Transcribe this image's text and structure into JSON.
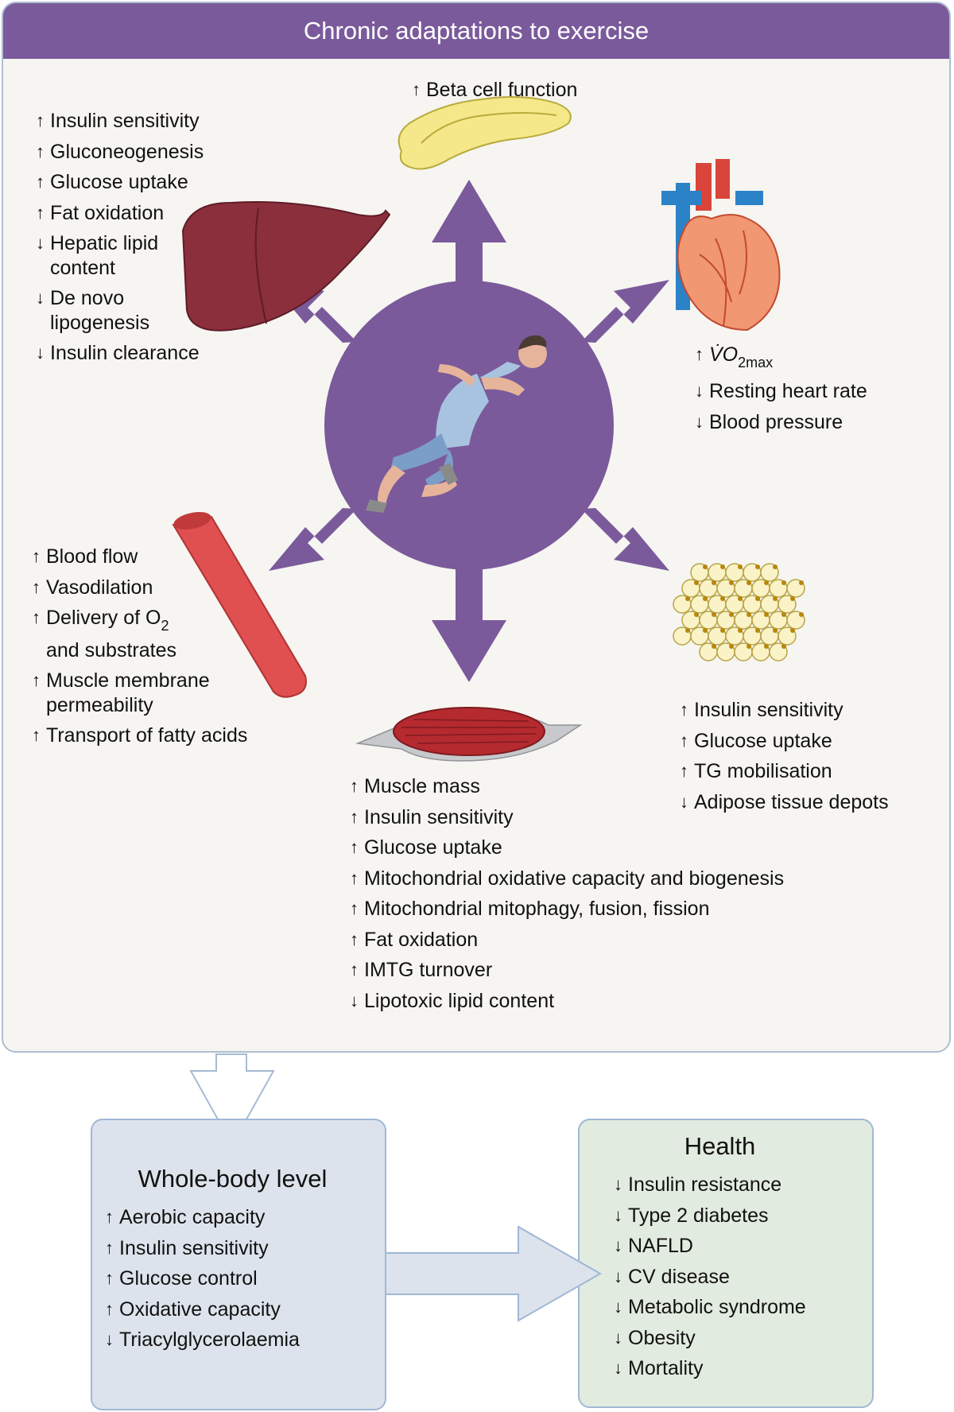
{
  "title": "Chronic adaptations to exercise",
  "pancreas": {
    "items": [
      {
        "dir": "up",
        "text": "Beta cell function"
      }
    ]
  },
  "liver": {
    "items": [
      {
        "dir": "up",
        "text": "Insulin sensitivity"
      },
      {
        "dir": "up",
        "text": "Gluconeogenesis"
      },
      {
        "dir": "up",
        "text": "Glucose uptake"
      },
      {
        "dir": "up",
        "text": "Fat oxidation"
      },
      {
        "dir": "down",
        "text": "Hepatic lipid\ncontent"
      },
      {
        "dir": "down",
        "text": "De novo\nlipogenesis"
      },
      {
        "dir": "down",
        "text": "Insulin clearance"
      }
    ]
  },
  "heart": {
    "vo2_symbol": "V̇O",
    "vo2_subscript": "2max",
    "vo2_dir": "up",
    "items": [
      {
        "dir": "down",
        "text": "Resting heart rate"
      },
      {
        "dir": "down",
        "text": "Blood pressure"
      }
    ]
  },
  "vessel": {
    "items": [
      {
        "dir": "up",
        "text": "Blood flow"
      },
      {
        "dir": "up",
        "text": "Vasodilation"
      },
      {
        "dir": "up",
        "text": "Delivery of O",
        "subscript": "2",
        "text2": "\nand substrates"
      },
      {
        "dir": "up",
        "text": "Muscle membrane\npermeability"
      },
      {
        "dir": "up",
        "text": "Transport of fatty acids"
      }
    ]
  },
  "adipose": {
    "items": [
      {
        "dir": "up",
        "text": "Insulin sensitivity"
      },
      {
        "dir": "up",
        "text": "Glucose uptake"
      },
      {
        "dir": "up",
        "text": "TG mobilisation"
      },
      {
        "dir": "down",
        "text": "Adipose tissue depots"
      }
    ]
  },
  "muscle": {
    "items": [
      {
        "dir": "up",
        "text": "Muscle mass"
      },
      {
        "dir": "up",
        "text": "Insulin sensitivity"
      },
      {
        "dir": "up",
        "text": "Glucose uptake"
      },
      {
        "dir": "up",
        "text": "Mitochondrial oxidative capacity and biogenesis"
      },
      {
        "dir": "up",
        "text": "Mitochondrial mitophagy, fusion, fission"
      },
      {
        "dir": "up",
        "text": "Fat oxidation"
      },
      {
        "dir": "up",
        "text": "IMTG turnover"
      },
      {
        "dir": "down",
        "text": "Lipotoxic lipid content"
      }
    ]
  },
  "whole_body": {
    "title": "Whole-body level",
    "items": [
      {
        "dir": "up",
        "text": "Aerobic capacity"
      },
      {
        "dir": "up",
        "text": "Insulin sensitivity"
      },
      {
        "dir": "up",
        "text": "Glucose control"
      },
      {
        "dir": "up",
        "text": "Oxidative capacity"
      },
      {
        "dir": "down",
        "text": "Triacylglycerolaemia"
      }
    ]
  },
  "health": {
    "title": "Health",
    "items": [
      {
        "dir": "down",
        "text": "Insulin resistance"
      },
      {
        "dir": "down",
        "text": "Type 2 diabetes"
      },
      {
        "dir": "down",
        "text": "NAFLD"
      },
      {
        "dir": "down",
        "text": "CV disease"
      },
      {
        "dir": "down",
        "text": "Metabolic syndrome"
      },
      {
        "dir": "down",
        "text": "Obesity"
      },
      {
        "dir": "down",
        "text": "Mortality"
      }
    ]
  },
  "colors": {
    "title_bar": "#7a5a9b",
    "hub": "#7a5a9b",
    "whole_body_box": "#dde3ec",
    "health_box": "#e2ebdf",
    "border": "#9fb8d6"
  }
}
